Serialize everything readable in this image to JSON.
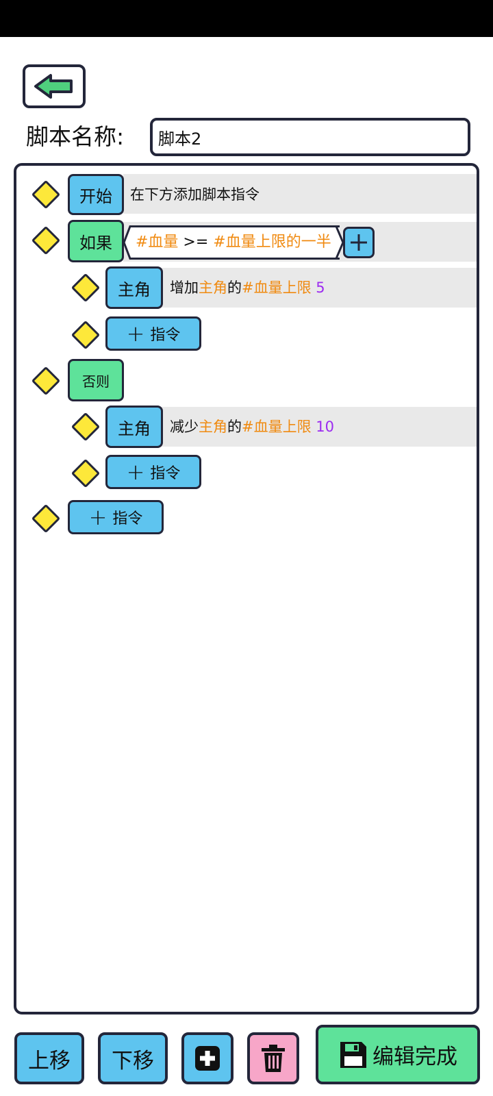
{
  "header": {
    "back_icon": "back-arrow-icon"
  },
  "script_name": {
    "label": "脚本名称:",
    "value": "脚本2"
  },
  "editor": {
    "start": {
      "tag": "开始",
      "text": "在下方添加脚本指令"
    },
    "if": {
      "tag": "如果",
      "condition": {
        "left": "#血量",
        "op": " >= ",
        "right": "#血量上限的一半"
      }
    },
    "cmd1": {
      "tag": "主角",
      "verb": "增加",
      "target": "主角",
      "of": "的",
      "attr": "#血量上限",
      "value": "5"
    },
    "add_cmd_label": "指令",
    "else": {
      "tag": "否则"
    },
    "cmd2": {
      "tag": "主角",
      "verb": "减少",
      "target": "主角",
      "of": "的",
      "attr": "#血量上限",
      "value": "10"
    }
  },
  "toolbar": {
    "move_up": "上移",
    "move_down": "下移",
    "add_icon": "plus-square-icon",
    "delete_icon": "trash-icon",
    "save_icon": "floppy-disk-icon",
    "done": "编辑完成"
  },
  "colors": {
    "blue": "#5ec4ef",
    "green": "#5ee29a",
    "pink": "#f7a6c8",
    "yellow": "#fde83a",
    "orange": "#f08a10",
    "purple": "#9c2bf0",
    "border": "#23263a"
  }
}
